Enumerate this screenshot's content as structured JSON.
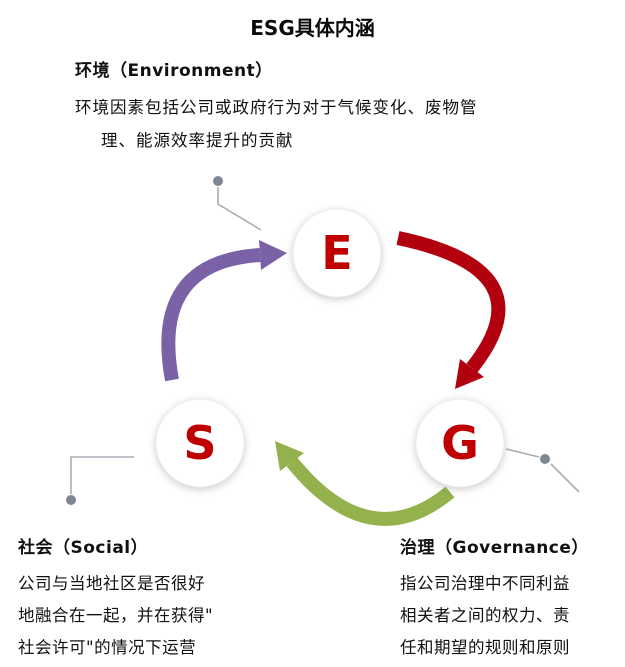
{
  "title": "ESG具体内涵",
  "sections": {
    "environment": {
      "heading": "环境（Environment）",
      "line1": "环境因素包括公司或政府行为对于气候变化、废物管",
      "line2": "理、能源效率提升的贡献"
    },
    "social": {
      "heading": "社会（Social）",
      "line1": "公司与当地社区是否很好",
      "line2": "地融合在一起，并在获得\"",
      "line3": "社会许可\"的情况下运营"
    },
    "governance": {
      "heading": "治理（Governance）",
      "line1": "指公司治理中不同利益",
      "line2": "相关者之间的权力、责",
      "line3": "任和期望的规则和原则"
    }
  },
  "diagram": {
    "nodes": [
      {
        "label": "E"
      },
      {
        "label": "S"
      },
      {
        "label": "G"
      }
    ],
    "colors": {
      "letter": "#c00000",
      "purple_arrow": "#7b61a5",
      "red_arrow": "#b2000f",
      "green_arrow": "#93b14d",
      "callout_dot": "#7e8894",
      "callout_line": "#a8adb5"
    }
  }
}
